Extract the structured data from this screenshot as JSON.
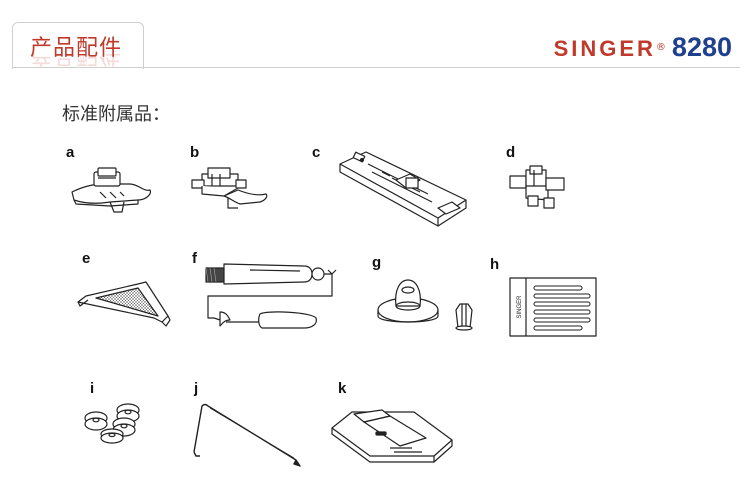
{
  "header": {
    "section_title": "产品配件",
    "brand_name": "SINGER",
    "brand_mark": "®",
    "model": "8280"
  },
  "subtitle": "标准附属品：",
  "items": [
    {
      "label": "a",
      "icon": "zigzag-presser-foot-icon"
    },
    {
      "label": "b",
      "icon": "zipper-foot-icon"
    },
    {
      "label": "c",
      "icon": "buttonhole-foot-icon"
    },
    {
      "label": "d",
      "icon": "button-sewing-foot-icon"
    },
    {
      "label": "e",
      "icon": "seam-guide-icon"
    },
    {
      "label": "f",
      "icon": "brush-and-seam-ripper-icon"
    },
    {
      "label": "g",
      "icon": "spool-cap-and-pin-icon"
    },
    {
      "label": "h",
      "icon": "needle-pack-icon",
      "pack_text": "SINGER"
    },
    {
      "label": "i",
      "icon": "bobbins-icon"
    },
    {
      "label": "j",
      "icon": "edge-quilting-guide-icon"
    },
    {
      "label": "k",
      "icon": "straight-stitch-plate-icon"
    }
  ]
}
